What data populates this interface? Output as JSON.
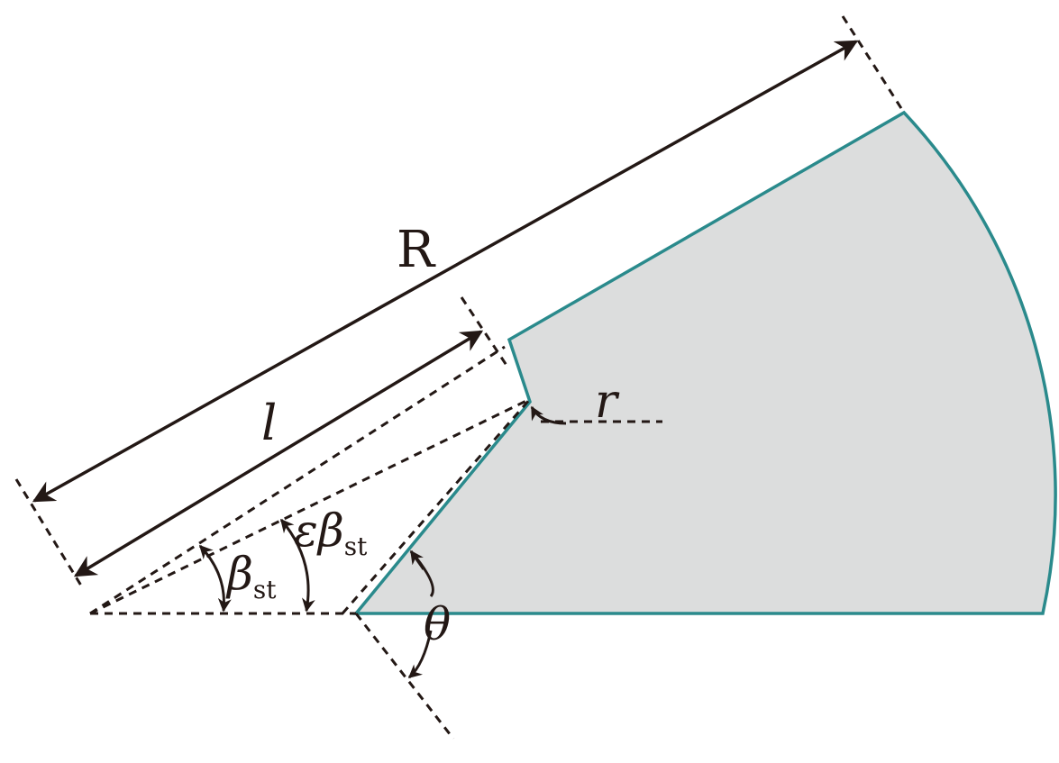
{
  "labels": {
    "R": "R",
    "l": "l",
    "r": "r",
    "theta": "θ",
    "beta_symbol": "β",
    "beta_sub": "st",
    "epsilon": "ε",
    "epsbeta_symbol": "β",
    "epsbeta_sub": "st"
  },
  "colors": {
    "sector_fill": "#dcdddd",
    "sector_outline": "#2a8a8c",
    "ink": "#231815"
  }
}
